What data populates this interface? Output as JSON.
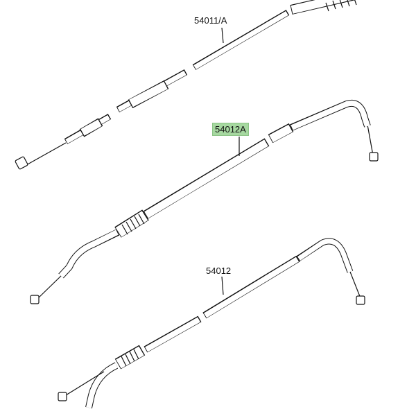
{
  "parts": [
    {
      "id": "54011/A",
      "highlighted": false
    },
    {
      "id": "54012A",
      "highlighted": true
    },
    {
      "id": "54012",
      "highlighted": false
    }
  ],
  "colors": {
    "highlight": "#a6d8a0",
    "line": "#111111"
  }
}
